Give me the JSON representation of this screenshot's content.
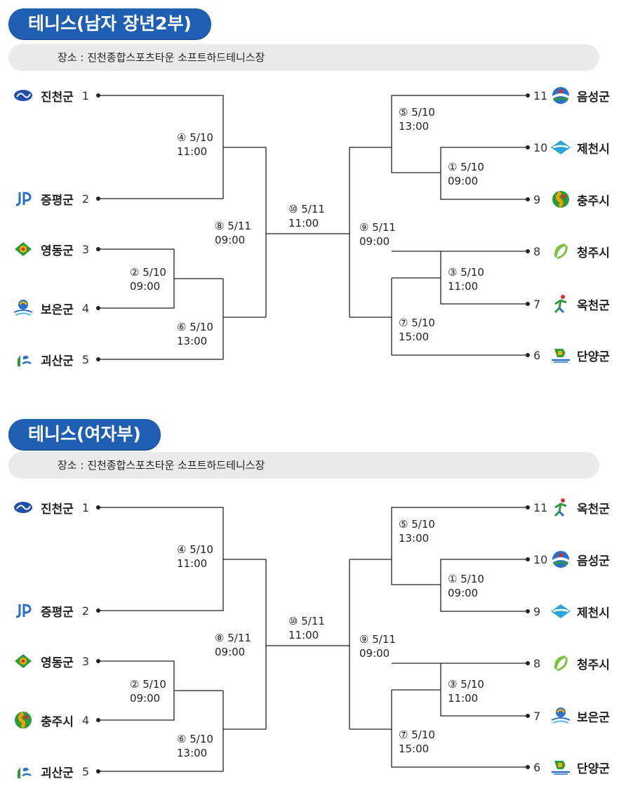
{
  "sections": [
    {
      "title": "테니스(남자 장년2부)",
      "venue": "장소 : 진천종합스포츠타운 소프트하드테니스장",
      "left_teams": [
        {
          "num": "1",
          "name": "진천군",
          "icon": "jincheon-emblem-icon"
        },
        {
          "num": "2",
          "name": "증평군",
          "icon": "jeungpyeong-emblem-icon"
        },
        {
          "num": "3",
          "name": "영동군",
          "icon": "yeongdong-emblem-icon"
        },
        {
          "num": "4",
          "name": "보은군",
          "icon": "boeun-emblem-icon"
        },
        {
          "num": "5",
          "name": "괴산군",
          "icon": "goesan-emblem-icon"
        }
      ],
      "right_teams": [
        {
          "num": "11",
          "name": "음성군",
          "icon": "eumseong-emblem-icon"
        },
        {
          "num": "10",
          "name": "제천시",
          "icon": "jecheon-emblem-icon"
        },
        {
          "num": "9",
          "name": "충주시",
          "icon": "chungju-emblem-icon"
        },
        {
          "num": "8",
          "name": "청주시",
          "icon": "cheongju-emblem-icon"
        },
        {
          "num": "7",
          "name": "옥천군",
          "icon": "okcheon-emblem-icon"
        },
        {
          "num": "6",
          "name": "단양군",
          "icon": "danyang-emblem-icon"
        }
      ],
      "matches": {
        "m4": {
          "label": "④ 5/10",
          "time": "11:00"
        },
        "m2": {
          "label": "② 5/10",
          "time": "09:00"
        },
        "m6": {
          "label": "⑥ 5/10",
          "time": "13:00"
        },
        "m8": {
          "label": "⑧ 5/11",
          "time": "09:00"
        },
        "m10": {
          "label": "⑩ 5/11",
          "time": "11:00"
        },
        "m9": {
          "label": "⑨ 5/11",
          "time": "09:00"
        },
        "m5": {
          "label": "⑤ 5/10",
          "time": "13:00"
        },
        "m1": {
          "label": "① 5/10",
          "time": "09:00"
        },
        "m3": {
          "label": "③ 5/10",
          "time": "11:00"
        },
        "m7": {
          "label": "⑦ 5/10",
          "time": "15:00"
        }
      }
    },
    {
      "title": "테니스(여자부)",
      "venue": "장소 : 진천종합스포츠타운 소프트하드테니스장",
      "left_teams": [
        {
          "num": "1",
          "name": "진천군",
          "icon": "jincheon-emblem-icon"
        },
        {
          "num": "2",
          "name": "증평군",
          "icon": "jeungpyeong-emblem-icon"
        },
        {
          "num": "3",
          "name": "영동군",
          "icon": "yeongdong-emblem-icon"
        },
        {
          "num": "4",
          "name": "충주시",
          "icon": "chungju-emblem-icon"
        },
        {
          "num": "5",
          "name": "괴산군",
          "icon": "goesan-emblem-icon"
        }
      ],
      "right_teams": [
        {
          "num": "11",
          "name": "옥천군",
          "icon": "okcheon-emblem-icon"
        },
        {
          "num": "10",
          "name": "음성군",
          "icon": "eumseong-emblem-icon"
        },
        {
          "num": "9",
          "name": "제천시",
          "icon": "jecheon-emblem-icon"
        },
        {
          "num": "8",
          "name": "청주시",
          "icon": "cheongju-emblem-icon"
        },
        {
          "num": "7",
          "name": "보은군",
          "icon": "boeun-emblem-icon"
        },
        {
          "num": "6",
          "name": "단양군",
          "icon": "danyang-emblem-icon"
        }
      ],
      "matches": {
        "m4": {
          "label": "④ 5/10",
          "time": "11:00"
        },
        "m2": {
          "label": "② 5/10",
          "time": "09:00"
        },
        "m6": {
          "label": "⑥ 5/10",
          "time": "13:00"
        },
        "m8": {
          "label": "⑧ 5/11",
          "time": "09:00"
        },
        "m10": {
          "label": "⑩ 5/11",
          "time": "11:00"
        },
        "m9": {
          "label": "⑨ 5/11",
          "time": "09:00"
        },
        "m5": {
          "label": "⑤ 5/10",
          "time": "13:00"
        },
        "m1": {
          "label": "① 5/10",
          "time": "09:00"
        },
        "m3": {
          "label": "③ 5/10",
          "time": "11:00"
        },
        "m7": {
          "label": "⑦ 5/10",
          "time": "15:00"
        }
      }
    }
  ],
  "colors": {
    "title_bg": "#1f5fb3",
    "venue_bg": "#e9eaec",
    "line": "#222222"
  }
}
